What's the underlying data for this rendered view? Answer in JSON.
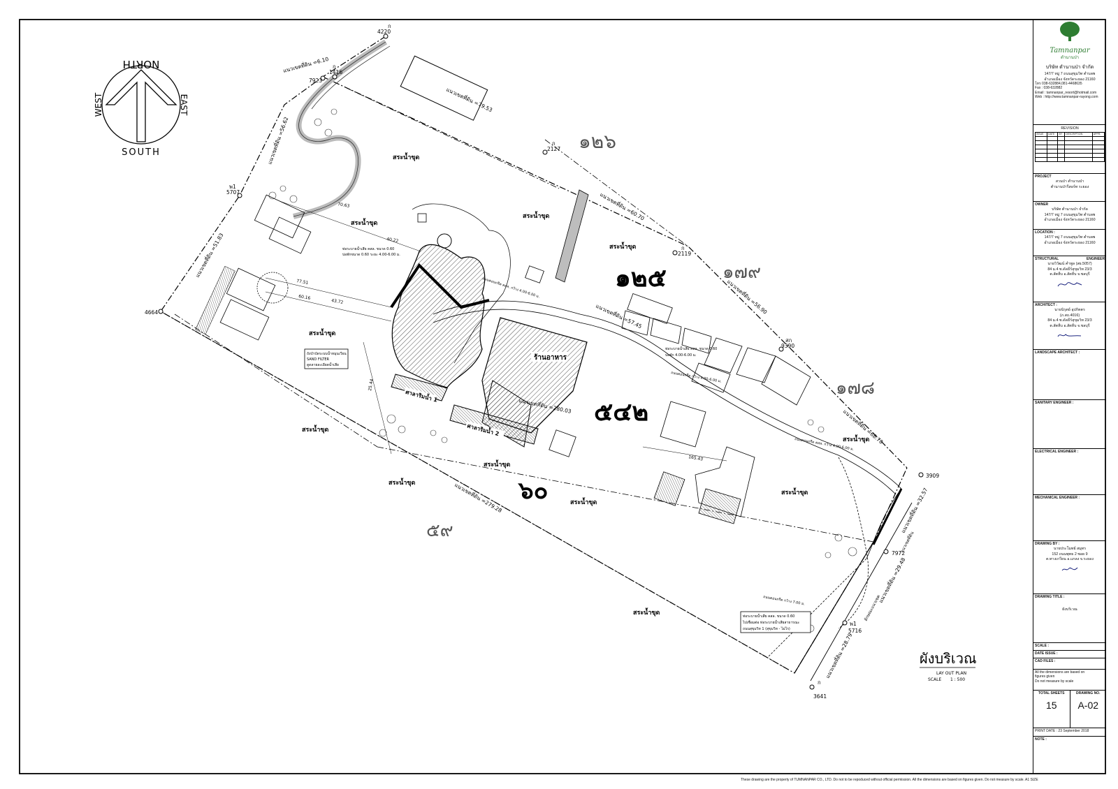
{
  "compass": {
    "north": "NORTH",
    "south": "SOUTH",
    "east": "EAST",
    "west": "WEST"
  },
  "plot_numbers": {
    "p126": "๑๒๖",
    "p125": "๑๒๕",
    "p179": "๑๗๙",
    "p178": "๑๗๘",
    "p542": "๕๔๒",
    "p60": "๖๐",
    "p59": "๕๙"
  },
  "pond_label": "สระน้ำขุด",
  "restaurant_label": "ร้านอาหาร",
  "pavilion1": "ศาลาริมน้ำ 1",
  "pavilion2": "ศาลาริมน้ำ 2",
  "markers": [
    {
      "id": "m4220",
      "prefix": "ก",
      "code": "4220"
    },
    {
      "id": "m1416",
      "prefix": "ก",
      "code": "1416"
    },
    {
      "id": "m7923",
      "prefix": "",
      "code": "7923"
    },
    {
      "id": "m5707",
      "prefix": "พ1",
      "code": "5707"
    },
    {
      "id": "m4664",
      "prefix": "",
      "code": "4664"
    },
    {
      "id": "m2127",
      "prefix": "ก",
      "code": "2127"
    },
    {
      "id": "m2119",
      "prefix": "ก",
      "code": "2119"
    },
    {
      "id": "m9390",
      "prefix": "สก",
      "code": "9390"
    },
    {
      "id": "m3909",
      "prefix": "",
      "code": "3909"
    },
    {
      "id": "m7972",
      "prefix": "",
      "code": "7972"
    },
    {
      "id": "m5716",
      "prefix": "พ1",
      "code": "5716"
    },
    {
      "id": "m3641",
      "prefix": "ก",
      "code": "3641"
    }
  ],
  "boundary_labels": {
    "b1": "แนวเขตที่ดิน =6.10",
    "b2": "แนวเขตที่ดิน =79.53",
    "b3": "แนวเขตที่ดิน =56.62",
    "b4": "แนวเขตที่ดิน =51.83",
    "b5": "แนวเขตที่ดิน =60.70",
    "b6": "แนวเขตที่ดิน =56.90",
    "b7": "แนวเขตที่ดิน =57.45",
    "b8": "แนวเขตที่ดิน =68.70",
    "b9": "แนวเขตที่ดิน =32.57",
    "b10": "แนวเขตที่ดิน =29.48",
    "b11": "แนวเขตที่ดิน =28.79",
    "b12": "แนวเขตที่ดิน =279.28",
    "b13": "แนวเขตที่ดิน =280.03"
  },
  "dimensions": {
    "d1": "70.63",
    "d2": "40.22",
    "d3": "77.51",
    "d4": "60.16",
    "d5": "43.72",
    "d6": "25.44",
    "d7": "165.43"
  },
  "notes": {
    "n1a": "ท่อระบายน้ำเสีย คสล. ขนาด 0.60",
    "n1b": "บ่อพักขนาด 0.60 ระยะ 4.00-6.00 ม.",
    "n2": "ถนนคอนกรีต คสล. กว้าง 4.00-6.00 ม.",
    "n3a": "ท่อระบายน้ำเสีย คสล. ขนาด 0.60",
    "n3b": "บ่อพัก 4.00-6.00 ม.",
    "n4": "ถนนคอนกรีต กว้าง 4.00-6.00 ม.",
    "n5": "ถนนคอนกรีต คสล. กว้าง 4.00-6.00 ม.",
    "n6": "ถนนคอนกรีต กว้าง 7.00 ม.",
    "box1a": "ถังบำบัดระบบน้ำหมุนเวียน",
    "box1b": "SAND FILTER",
    "box1c": "ดูดลายละเอียดน้ำเสีย",
    "box2a": "ท่อระบายน้ำเสีย คสล. ขนาด 0.60",
    "box2b": "ไปเชื่อมต่อ ท่อระบายน้ำเสียสาธารณะ",
    "box2c": "ถนนสุขุมวิท 1 (สุขุมวิท - ไม่ไร)",
    "along1": "แนวเขตที่ดิน",
    "along2": "ลักษณะแนวเขต"
  },
  "layout_title": {
    "thai": "ผังบริเวณ",
    "en": "LAY OUT PLAN",
    "scale_label": "SCALE",
    "scale_value": "1 : 500"
  },
  "title_block": {
    "logo_text": "Tamnanpar",
    "logo_sub": "ตำนานป่า",
    "company": "บริษัท ตำนานป่า จำกัด",
    "address1": "147/7 หมู่ 7 ถนนสุขุมวิท ตำบลพ",
    "address2": "อำเภอเมือง จังหวัดระยอง 21160",
    "tel": "โทร 038-632884,081-4468635",
    "fax": "Fax : 038-632882",
    "email": "Email : tamnanpar_resort@hotmail.com",
    "web": "Web : http://www.tamnanpar-rayong.com",
    "revision": "REVISION",
    "rev_cols": [
      "ISSUE",
      "DATE",
      "BY",
      "DESCRIPTION",
      "APPR."
    ],
    "project_label": "PROJECT",
    "project_l1": "สวนป่า ตำนานป่า",
    "project_l2": "ตำนานป่ารีสอร์ท ระยอง",
    "owner_label": "OWNER",
    "owner_l1": "บริษัท ตำนานป่า จำกัด",
    "owner_l2": "147/7 หมู่ 7 ถนนสุขุมวิท ตำบลพ",
    "owner_l3": "อำเภอเมือง จังหวัดระยอง 21160",
    "location_label": "LOCATION :",
    "location_l1": "147/7 หมู่ 7 ถนนสุขุมวิท ตำบลพ",
    "location_l2": "อำเภอเมือง จังหวัดระยอง 21160",
    "structural_label": "STRUCTURAL",
    "engineer": "ENGINEER",
    "structural_l1": "นายวิวัฒน์ คำพูล (สย.5057)",
    "structural_l2": "84 ม.4 ซ.ดัดธีร์สุขุมวิท 23/3",
    "structural_l3": "ต.สัตหีบ อ.สัตหีบ จ.ชลบุรี",
    "architect_label": "ARCHITECT :",
    "architect_l1": "นายนิรุตย์ อุปกิตตร",
    "architect_l2": "(ภ.สถ.4016)",
    "architect_l3": "84 ม.4 ซ.ดัดธีร์สุขุมวิท 23/3",
    "architect_l4": "ต.สัตหีบ อ.สัตหีบ จ.ชลบุรี",
    "landscape_label": "LANDSCAPE ARCHITECT :",
    "sanitary_label": "SANITARY ENGINEER :",
    "electrical_label": "ELECTRICAL ENGINEER :",
    "mechanical_label": "MECHANICAL ENGINEER :",
    "drawing_by_label": "DRAWING BY :",
    "drawing_by_l1": "นายประโมทย์ สมุทร",
    "drawing_by_l2": "152 ถนนพุทธ 2 ซอย 9",
    "drawing_by_l3": "ต.ทางเกวียน อ.แกลง จ.ระยอง",
    "drawing_title_label": "DRAWING TITLE :",
    "drawing_title": "ผังบริเวณ",
    "scale_label": "SCALE :",
    "date_issue_label": "DATE ISSUE :",
    "cad_files_label": "CAD FILES :",
    "dimension_note1": "All the dimensions are based on",
    "dimension_note2": "figures given",
    "dimension_note3": "Do not measure by scale",
    "total_sheets_label": "TOTAL SHEETS",
    "drawing_no_label": "DRAWING NO.",
    "total_sheets": "15",
    "drawing_no": "A-02",
    "print_date": "PRINT DATE : 23 September 2018",
    "note_label": "NOTE :"
  },
  "footer": "These drawing are the property of TUMNANPAR CO., LTD. Do not to be repoduced without official permission. All the dimensions are based on figures given. Do not measure by scale.   A1 SIZE",
  "colors": {
    "line": "#111111",
    "hatch_gray": "#bdbdbd",
    "logo_green": "#2e7d32"
  }
}
